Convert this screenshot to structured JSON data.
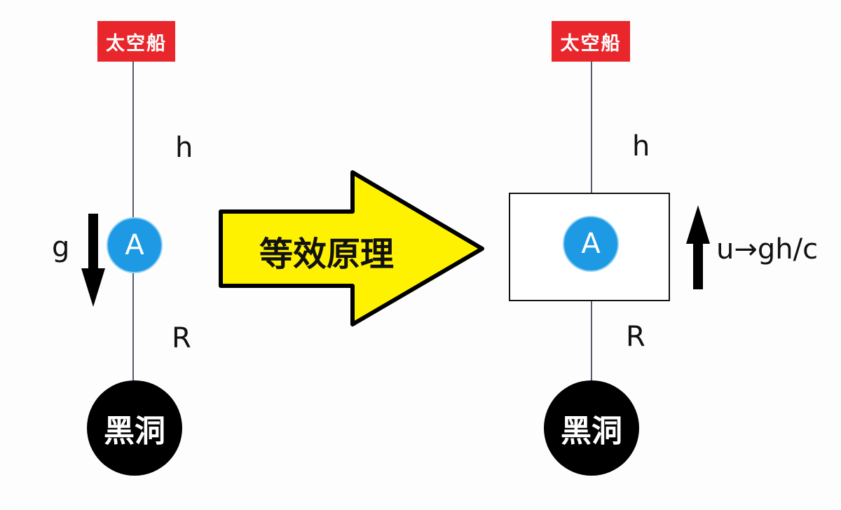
{
  "left": {
    "spaceship_label": "太空船",
    "height_label": "h",
    "radius_label": "R",
    "gravity_label": "g",
    "observer_label": "A",
    "blackhole_label": "黑洞"
  },
  "center": {
    "principle_label": "等效原理"
  },
  "right": {
    "spaceship_label": "太空船",
    "height_label": "h",
    "radius_label": "R",
    "observer_label": "A",
    "velocity_label": "u→gh/c",
    "blackhole_label": "黑洞"
  },
  "colors": {
    "spaceship_red": "#e8262b",
    "observer_blue": "#1e9ae4",
    "arrow_yellow": "#fff200",
    "black": "#000000"
  }
}
